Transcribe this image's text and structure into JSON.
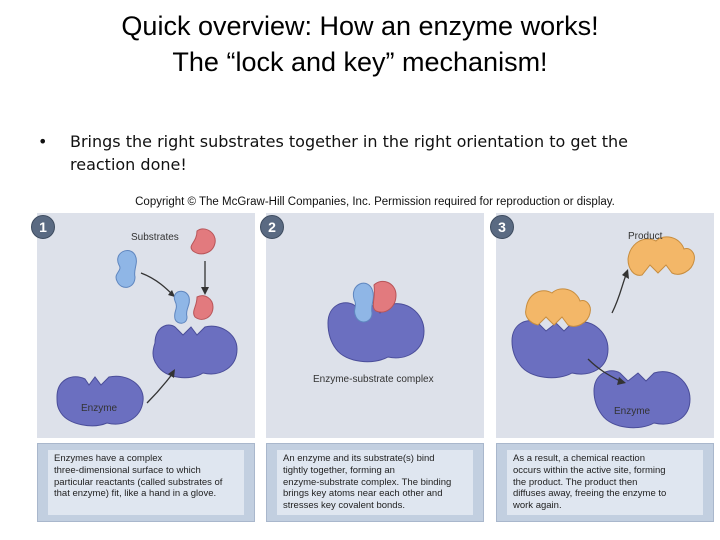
{
  "title": {
    "line1": "Quick overview: How an enzyme works!",
    "line2": "The “lock and key” mechanism!"
  },
  "bullet": {
    "symbol": "•",
    "text": "Brings the right substrates together in the right orientation to get the reaction done!"
  },
  "figure": {
    "copyright": "Copyright © The McGraw-Hill Companies, Inc. Permission required for reproduction or display.",
    "colors": {
      "enzyme": "#6b6fc0",
      "substrate_blue": "#8fb6e6",
      "substrate_red": "#e27a7e",
      "product": "#f3b768",
      "panel_bg": "#dde1ea",
      "caption_bg": "#c2cfe0",
      "badge": "#5a6a82"
    },
    "panels": [
      {
        "step": "1",
        "labels": {
          "substrates": "Substrates",
          "enzyme": "Enzyme"
        },
        "caption": "Enzymes have a complex\nthree-dimensional surface to which\nparticular reactants (called substrates of\nthat enzyme) fit, like a hand in a glove."
      },
      {
        "step": "2",
        "labels": {
          "complex": "Enzyme-substrate complex"
        },
        "caption": "An enzyme and its substrate(s) bind\ntightly together, forming an\nenzyme-substrate complex. The binding\nbrings key atoms near each other and\nstresses key covalent bonds."
      },
      {
        "step": "3",
        "labels": {
          "product": "Product",
          "enzyme": "Enzyme"
        },
        "caption": "As a result, a chemical reaction\noccurs within the active site, forming\nthe product. The product then\ndiffuses away, freeing the enzyme to\nwork again."
      }
    ]
  }
}
